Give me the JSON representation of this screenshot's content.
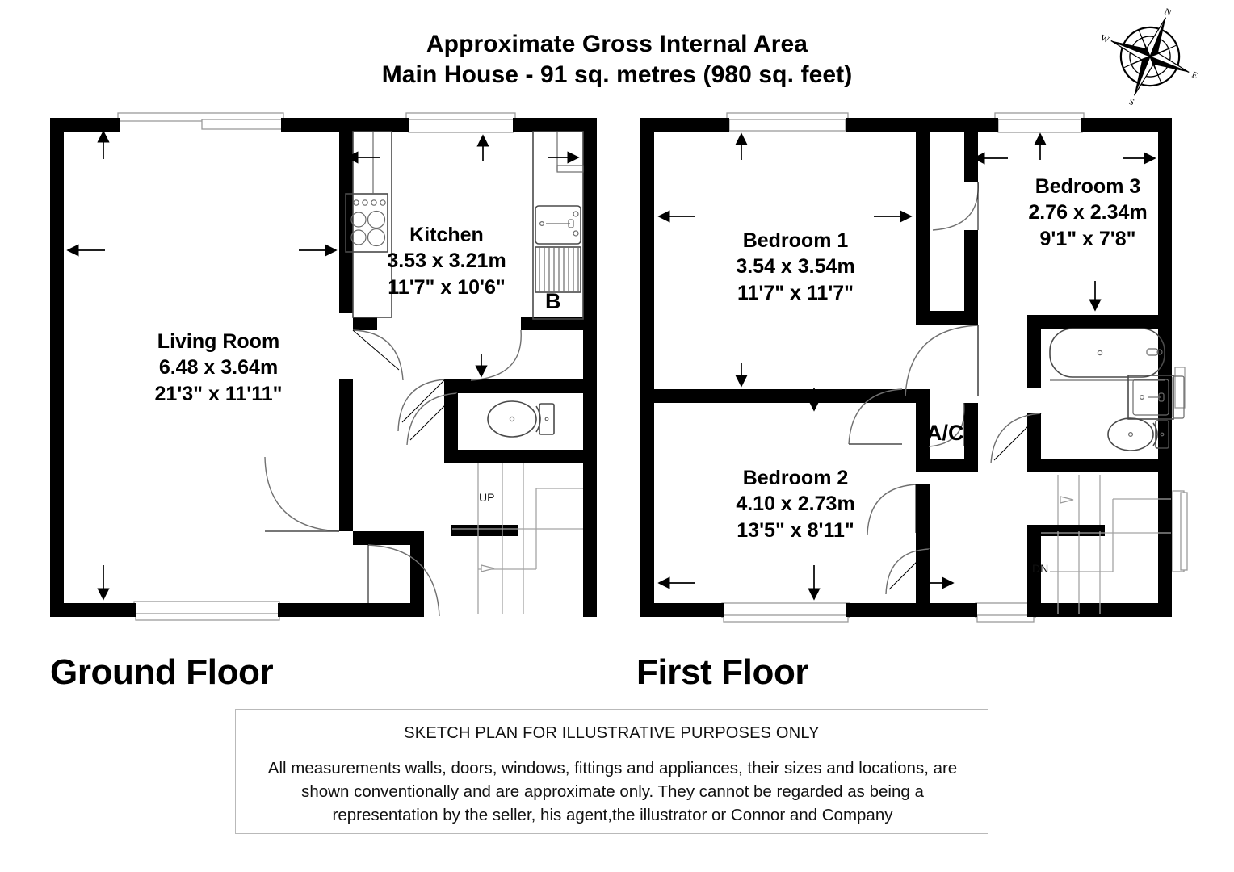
{
  "title": {
    "line1": "Approximate Gross Internal Area",
    "line2": "Main House - 91 sq. metres (980 sq. feet)"
  },
  "compass": {
    "icon": "compass-rose-icon",
    "north": "N",
    "east": "E",
    "south": "S",
    "west": "W"
  },
  "floors": [
    {
      "key": "ground",
      "label": "Ground Floor",
      "rooms": [
        {
          "id": "living-room",
          "name": "Living Room",
          "metric": "6.48 x 3.64m",
          "imperial": "21'3\" x 11'11\""
        },
        {
          "id": "kitchen",
          "name": "Kitchen",
          "metric": "3.53 x 3.21m",
          "imperial": "11'7\" x 10'6\""
        }
      ],
      "tags": [
        {
          "id": "boiler",
          "text": "B"
        }
      ],
      "stairs": [
        {
          "id": "stairs-up",
          "text": "UP"
        }
      ]
    },
    {
      "key": "first",
      "label": "First Floor",
      "rooms": [
        {
          "id": "bedroom-1",
          "name": "Bedroom 1",
          "metric": "3.54 x 3.54m",
          "imperial": "11'7\" x 11'7\""
        },
        {
          "id": "bedroom-2",
          "name": "Bedroom 2",
          "metric": "4.10 x 2.73m",
          "imperial": "13'5\" x 8'11\""
        },
        {
          "id": "bedroom-3",
          "name": "Bedroom 3",
          "metric": "2.76 x 2.34m",
          "imperial": "9'1\" x 7'8\""
        }
      ],
      "tags": [
        {
          "id": "airing-cupboard",
          "text": "A/C"
        }
      ],
      "stairs": [
        {
          "id": "stairs-down",
          "text": "DN"
        }
      ]
    }
  ],
  "disclaimer": {
    "heading": "SKETCH PLAN FOR ILLUSTRATIVE PURPOSES ONLY",
    "body": "All measurements walls, doors, windows, fittings and appliances, their sizes and locations, are shown conventionally and are approximate only. They cannot be regarded as being a representation by the seller, his agent,the illustrator or Connor and Company"
  },
  "colors": {
    "wall": "#000000",
    "background": "#ffffff",
    "fixture_stroke": "#4a4a4a",
    "stair_line": "#9a9a9a",
    "box_border": "#b9b9b9"
  }
}
